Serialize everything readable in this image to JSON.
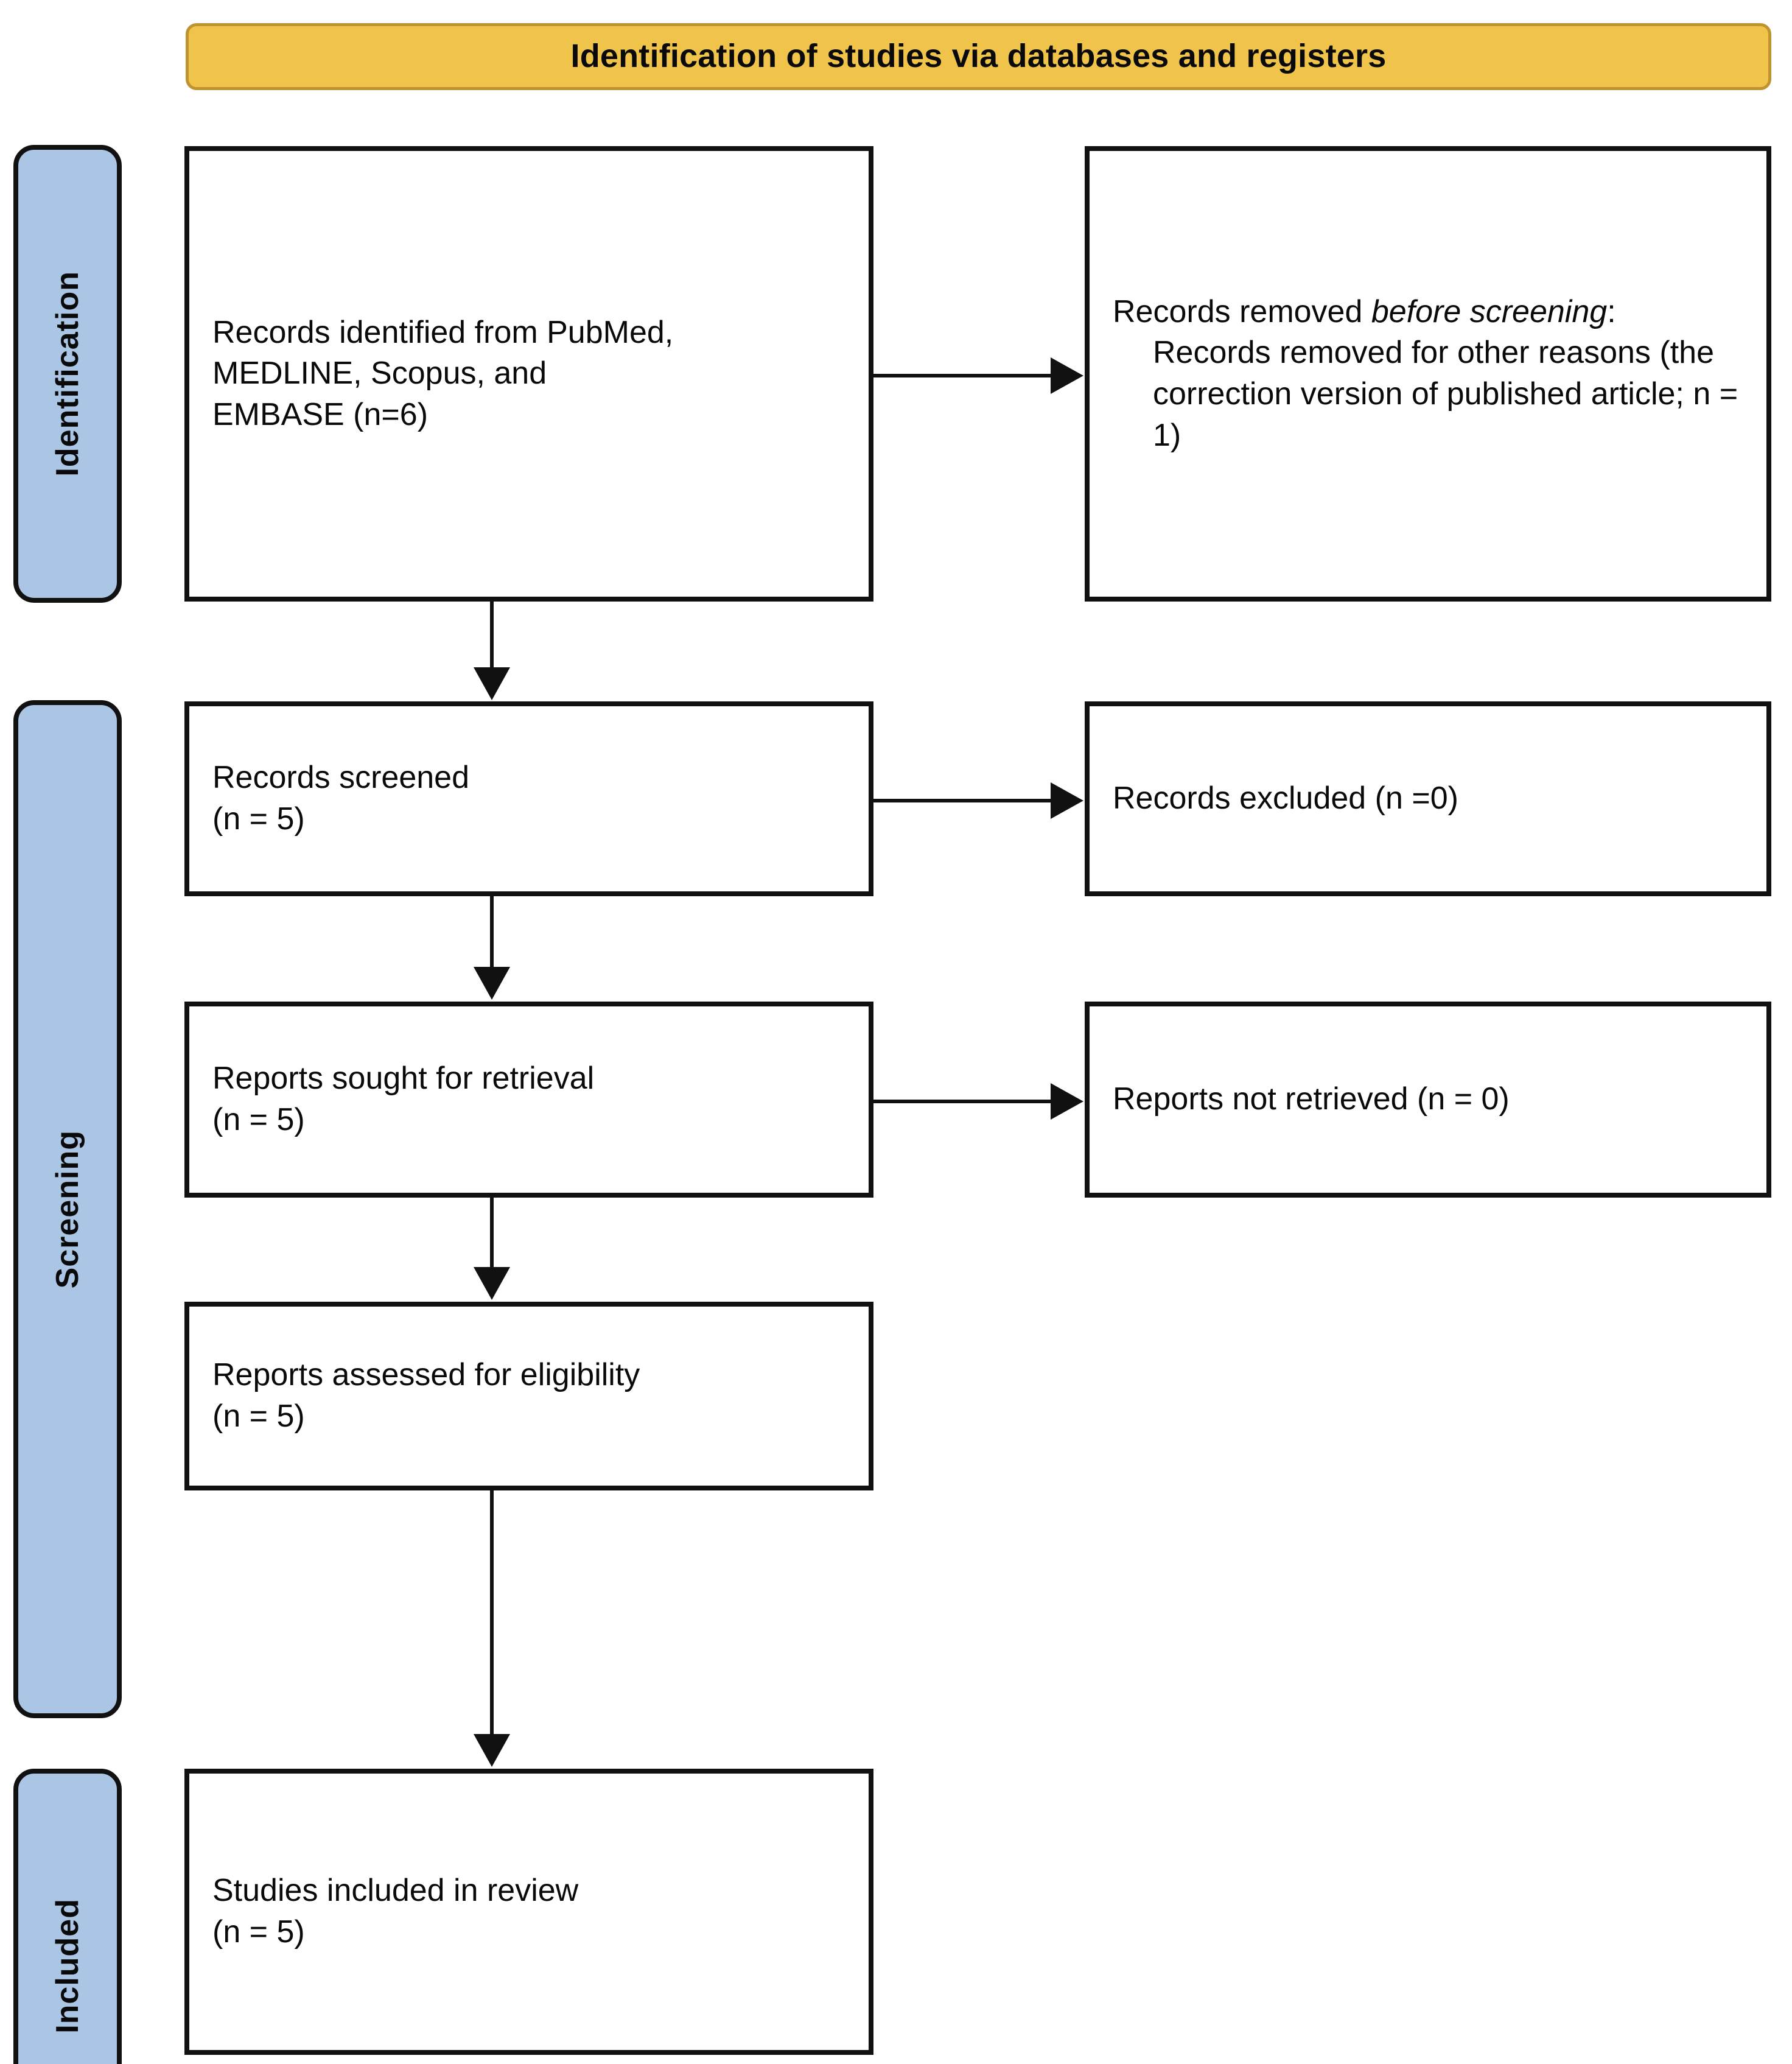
{
  "header": {
    "title": "Identification of studies via databases and registers",
    "background_color": "#F0C44A",
    "border_color": "#BE9330"
  },
  "stages": {
    "identification": {
      "label": "Identification"
    },
    "screening": {
      "label": "Screening"
    },
    "included": {
      "label": "Included"
    },
    "background_color": "#ABC5E5",
    "border_color": "#111111"
  },
  "boxes": {
    "identified": {
      "line1": "Records identified from PubMed,",
      "line2": "MEDLINE, Scopus, and",
      "line3": "EMBASE (n=6)",
      "n": 6
    },
    "removed_before_screening": {
      "lead_plain": "Records removed ",
      "lead_italic": "before screening",
      "lead_colon": ":",
      "sub": "Records removed for other reasons (the correction version of published article; n = 1)",
      "n": 1
    },
    "screened": {
      "line1": "Records screened",
      "line2": "(n = 5)",
      "n": 5
    },
    "excluded": {
      "line1": "Records excluded (n =0)",
      "n": 0
    },
    "sought": {
      "line1": "Reports sought for retrieval",
      "line2": "(n = 5)",
      "n": 5
    },
    "not_retrieved": {
      "line1": "Reports not retrieved (n = 0)",
      "n": 0
    },
    "assessed": {
      "line1": "Reports assessed for eligibility",
      "line2": "(n = 5)",
      "n": 5
    },
    "included": {
      "line1": "Studies included in review",
      "line2": "(n = 5)",
      "n": 5
    }
  }
}
